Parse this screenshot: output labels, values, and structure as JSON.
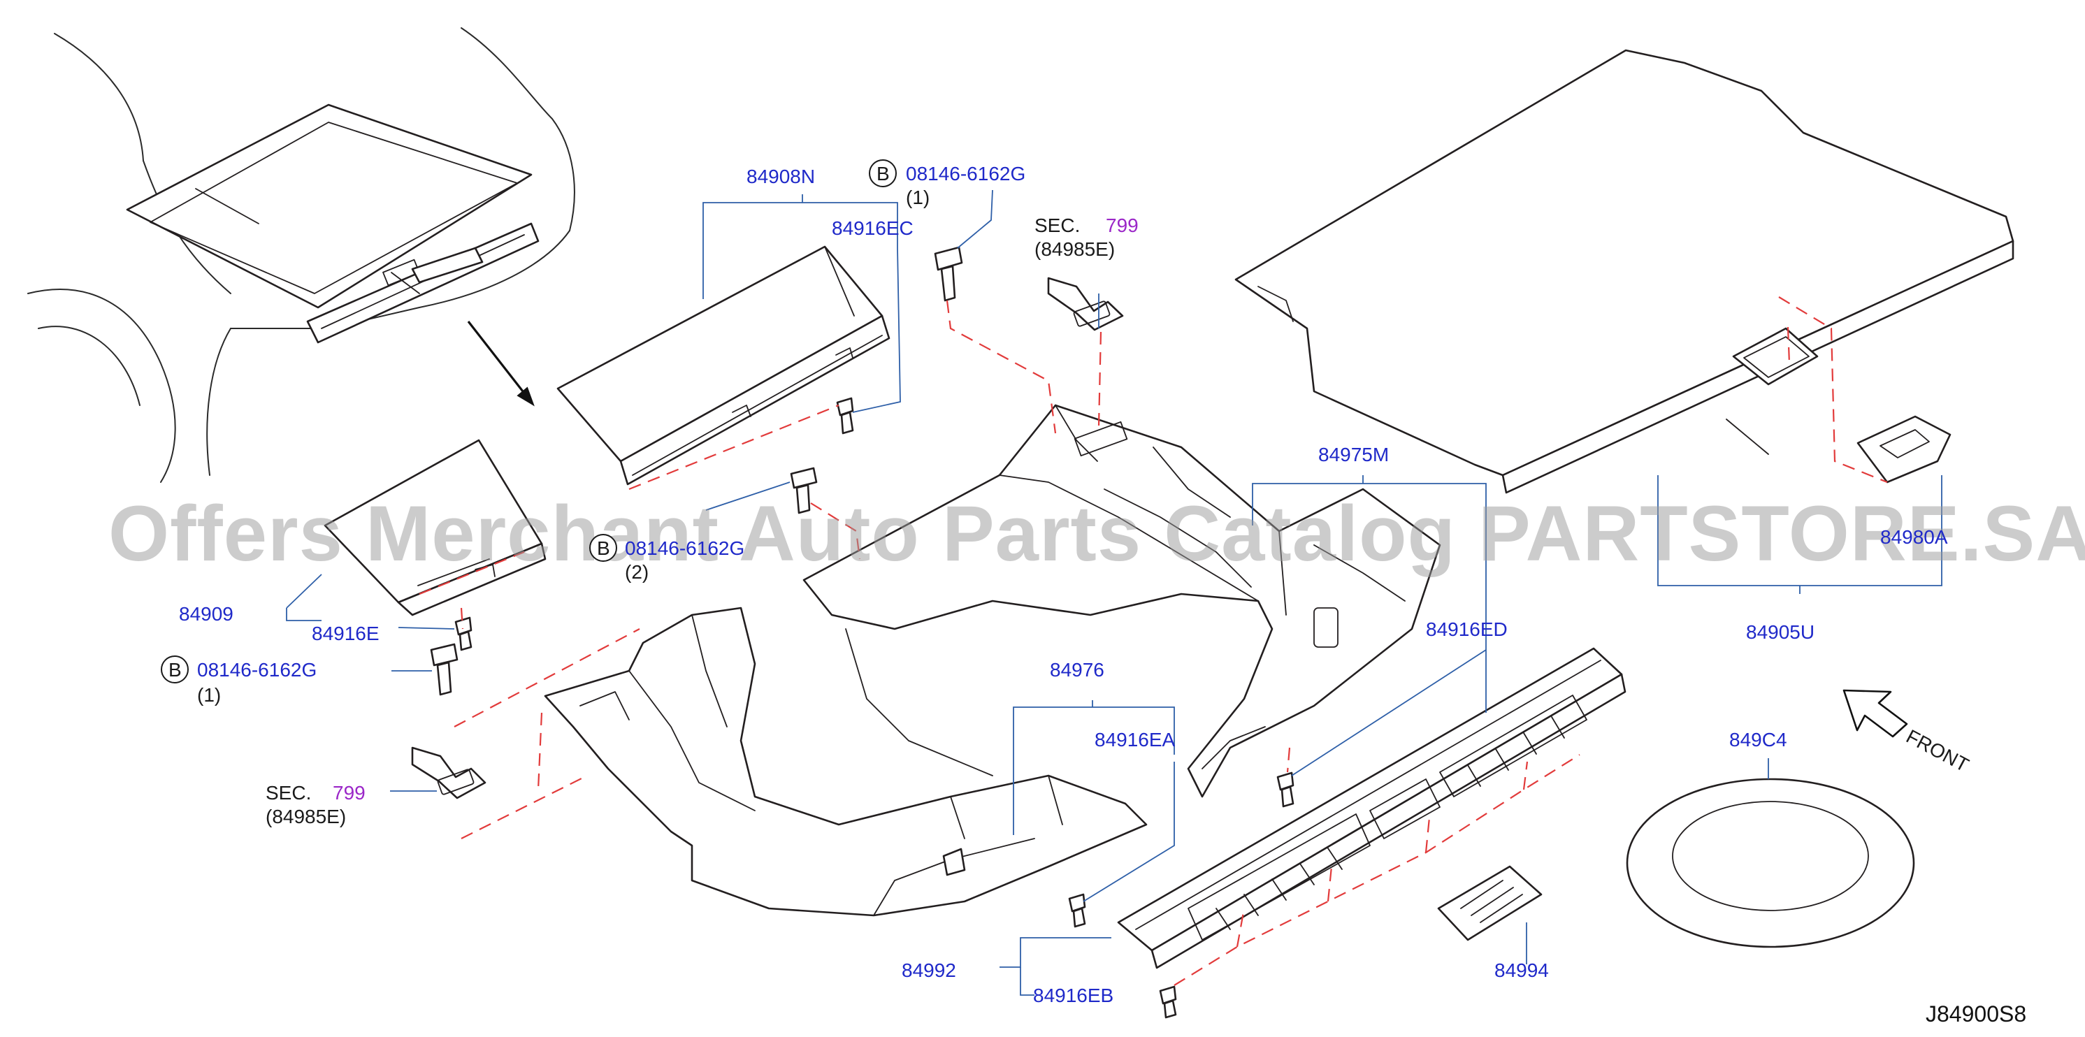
{
  "labels": {
    "p84908N": "84908N",
    "p84916EC": "84916EC",
    "bolt_top_code": "08146-6162G",
    "bolt_top_qty": "(1)",
    "b_letter": "B",
    "sec_word": "SEC.",
    "sec_num": "799",
    "sec_ref": "(84985E)",
    "p84975M": "84975M",
    "p84916ED": "84916ED",
    "p84909": "84909",
    "p84916E": "84916E",
    "bolt_mid_code": "08146-6162G",
    "bolt_mid_qty": "(2)",
    "bolt_low_code": "08146-6162G",
    "bolt_low_qty": "(1)",
    "p84976": "84976",
    "p84916EA": "84916EA",
    "p84992": "84992",
    "p84916EB": "84916EB",
    "p84994": "84994",
    "p849C4": "849C4",
    "p84905U": "84905U",
    "p84980A": "84980A",
    "front": "FRONT",
    "diagram_code": "J84900S8"
  },
  "watermark": "Offers Merchant Auto Parts Catalog PARTSTORE.SA",
  "colors": {
    "part_number": "#1f29c9",
    "leader_line": "#2e5fa8",
    "hidden_line": "#e23b3b",
    "section_ref": "#9b27c8",
    "watermark": "#9a9a9a"
  }
}
